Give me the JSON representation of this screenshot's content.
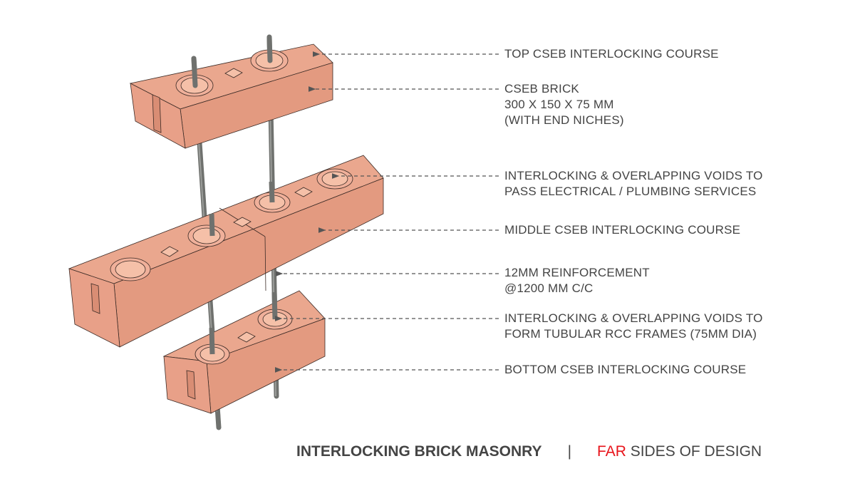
{
  "labels": [
    {
      "lines": [
        "TOP CSEB INTERLOCKING COURSE"
      ]
    },
    {
      "lines": [
        "CSEB BRICK",
        "300 X 150 X 75 MM",
        "(WITH END NICHES)"
      ]
    },
    {
      "lines": [
        "INTERLOCKING & OVERLAPPING VOIDS TO",
        "PASS ELECTRICAL / PLUMBING SERVICES"
      ]
    },
    {
      "lines": [
        "MIDDLE CSEB INTERLOCKING COURSE"
      ]
    },
    {
      "lines": [
        "12MM REINFORCEMENT",
        "@1200 MM C/C"
      ]
    },
    {
      "lines": [
        "INTERLOCKING & OVERLAPPING VOIDS TO",
        "FORM TUBULAR RCC FRAMES (75MM DIA)"
      ]
    },
    {
      "lines": [
        "BOTTOM CSEB INTERLOCKING COURSE"
      ]
    }
  ],
  "footer": {
    "title": "INTERLOCKING BRICK MASONRY",
    "separator": "|",
    "brand_highlight": "FAR",
    "brand_rest": " SIDES OF DESIGN"
  },
  "colors": {
    "brick_top": "#eaa78e",
    "brick_front": "#e39a80",
    "brick_end": "#e8a088",
    "rod": "#7d7f7c",
    "text": "#444444",
    "accent": "#e8141b"
  }
}
